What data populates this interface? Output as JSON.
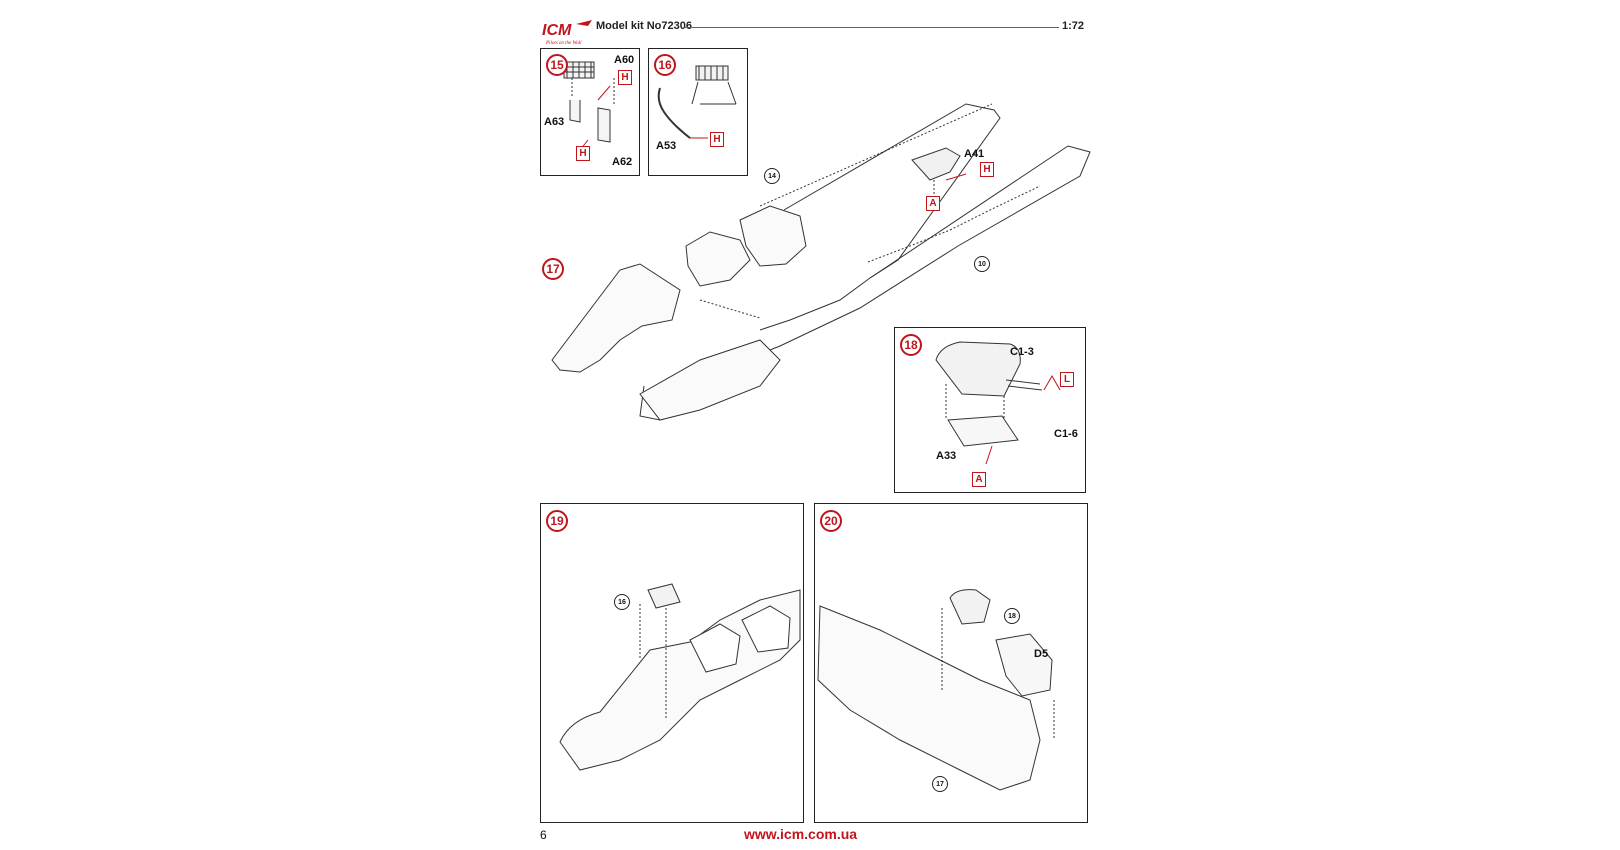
{
  "header": {
    "brand": "ICM",
    "tagline": "Pilots on the Wall",
    "model_kit": "Model kit No72306",
    "scale": "1:72"
  },
  "footer": {
    "page_number": "6",
    "website": "www.icm.com.ua"
  },
  "colors": {
    "accent_red": "#c0151c",
    "line": "#222222"
  },
  "steps": {
    "s15": {
      "number": "15",
      "labels": [
        "A60",
        "A63",
        "A62"
      ],
      "tags": [
        "H",
        "H"
      ]
    },
    "s16": {
      "number": "16",
      "labels": [
        "A53"
      ],
      "tags": [
        "H"
      ]
    },
    "s17": {
      "number": "17",
      "labels": [
        "A41"
      ],
      "tags": [
        "H",
        "A"
      ],
      "refs": [
        "14",
        "10"
      ]
    },
    "s18": {
      "number": "18",
      "labels": [
        "C1-3",
        "C1-6",
        "A33"
      ],
      "tags": [
        "L",
        "A"
      ]
    },
    "s19": {
      "number": "19",
      "refs": [
        "16"
      ]
    },
    "s20": {
      "number": "20",
      "labels": [
        "D5"
      ],
      "refs": [
        "18",
        "17"
      ]
    }
  }
}
